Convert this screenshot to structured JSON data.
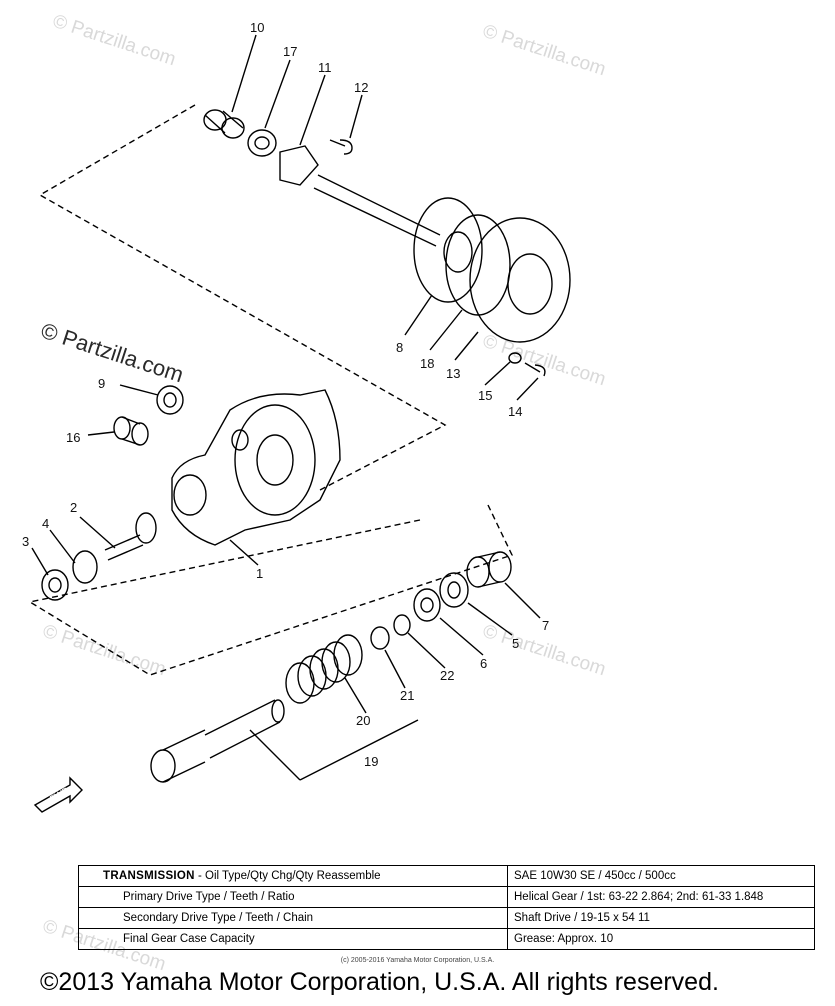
{
  "watermarks": [
    "© Partzilla.com",
    "© Partzilla.com",
    "© Partzilla.com",
    "© Partzilla.com",
    "© Partzilla.com",
    "© Partzilla.com",
    "© Partzilla.com"
  ],
  "callouts": {
    "c1": "1",
    "c2": "2",
    "c3": "3",
    "c4": "4",
    "c5": "5",
    "c6": "6",
    "c7": "7",
    "c8": "8",
    "c9": "9",
    "c10": "10",
    "c11": "11",
    "c12": "12",
    "c13": "13",
    "c14": "14",
    "c15": "15",
    "c16": "16",
    "c17": "17",
    "c18": "18",
    "c19": "19",
    "c20": "20",
    "c21": "21",
    "c22": "22"
  },
  "fwd_label": "FWD",
  "spec_table": {
    "header_label": "TRANSMISSION",
    "header_rest": " - Oil Type/Qty Chg/Qty Reassemble",
    "header_value": "SAE 10W30 SE / 450cc / 500cc",
    "rows": [
      {
        "label": "Primary Drive Type / Teeth / Ratio",
        "value": "Helical Gear / 1st: 63-22 2.864; 2nd: 61-33 1.848"
      },
      {
        "label": "Secondary Drive Type / Teeth / Chain",
        "value": "Shaft Drive / 19-15 x 54 11"
      },
      {
        "label": "Final Gear Case Capacity",
        "value": "Grease: Approx. 10"
      }
    ]
  },
  "small_copyright": "(c) 2005-2016 Yamaha Motor Corporation, U.S.A.",
  "copyright": "©2013 Yamaha Motor Corporation, U.S.A. All rights reserved."
}
